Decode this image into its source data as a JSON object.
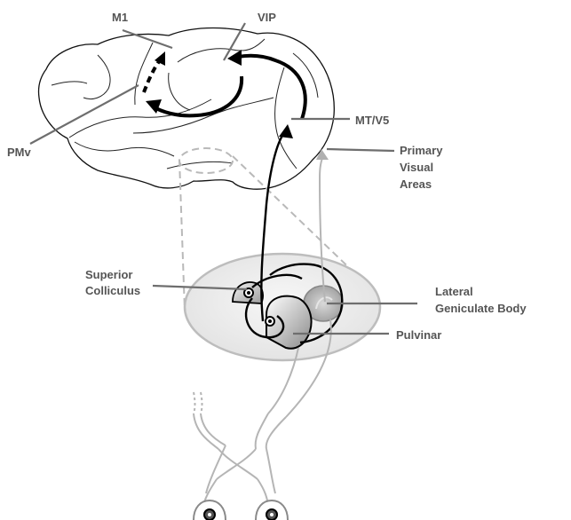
{
  "labels": {
    "m1": "M1",
    "vip": "VIP",
    "pmv": "PMv",
    "mt_v5": "MT/V5",
    "primary_visual_line1": "Primary",
    "primary_visual_line2": "Visual",
    "primary_visual_line3": "Areas",
    "superior_colliculus_line1": "Superior",
    "superior_colliculus_line2": "Colliculus",
    "lateral_geniculate_line1": "Lateral",
    "lateral_geniculate_line2": "Geniculate Body",
    "pulvinar": "Pulvinar"
  },
  "colors": {
    "label_text": "#555555",
    "pointer_line": "#6e6e6e",
    "pathway_main": "#000000",
    "pathway_retinal": "#b5b5b5",
    "thalamus_fill": "#ececec"
  }
}
